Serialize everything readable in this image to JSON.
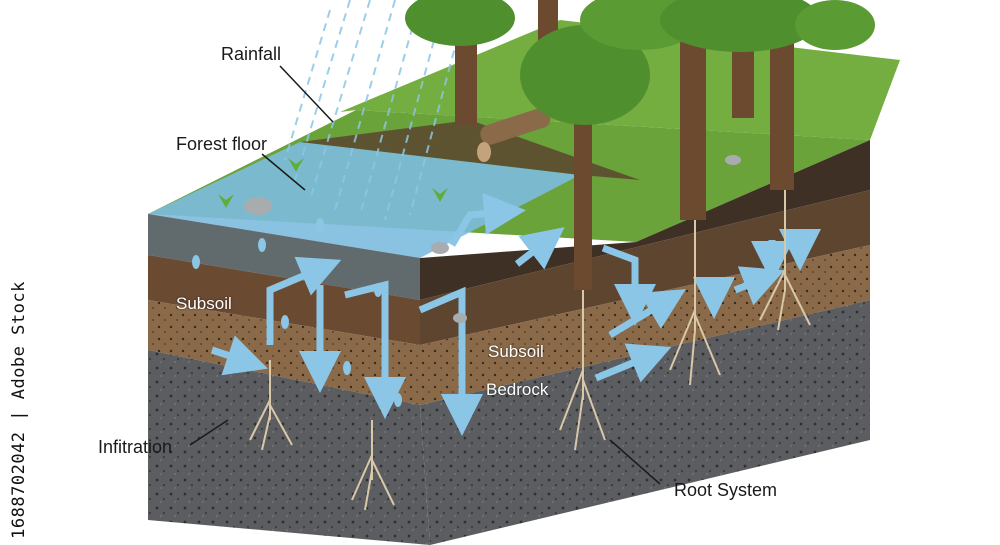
{
  "labels": {
    "rainfall": "Rainfall",
    "forest_floor": "Forest floor",
    "subsoil_left": "Subsoil",
    "subsoil_right": "Subsoil",
    "bedrock": "Bedrock",
    "infiltration": "Infitration",
    "root_system": "Root System"
  },
  "stock_id": "1688702042 | Adobe Stock",
  "colors": {
    "water": "#7fb8dc",
    "soil_dark": "#4a3a2c",
    "subsoil": "#8a6a48",
    "bedrock": "#5b5d60",
    "grass": "#6aa33a",
    "bark": "#6b4a2f",
    "foliage": "#4f8f2e"
  }
}
